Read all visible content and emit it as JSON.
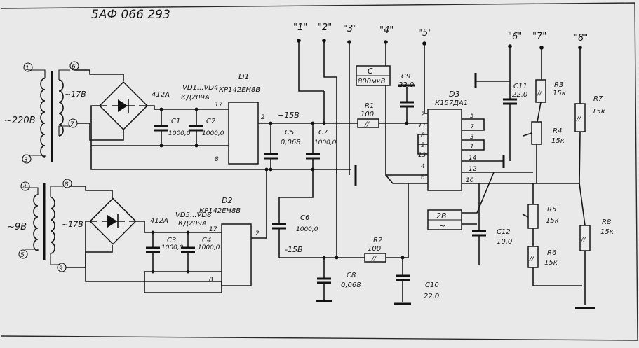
{
  "doc_code": "5АФ 066 293",
  "terminals": [
    "\"1\"",
    "\"2\"",
    "\"3\"",
    "\"4\"",
    "\"5\"",
    "\"6\"",
    "\"7\"",
    "\"8\""
  ],
  "transformer": {
    "pins": [
      "1",
      "6",
      "7",
      "3",
      "4",
      "8",
      "5",
      "9"
    ],
    "primary_top": "~220В",
    "primary_bottom": "~9В",
    "secondary_top": "~17В",
    "secondary_bottom": "~17В"
  },
  "rect_top": {
    "line1": "412A",
    "line2": "VD1...VD4",
    "line3": "КД209A"
  },
  "rect_bottom": {
    "line1": "412A",
    "line2": "VD5...VD8",
    "line3": "КД209A"
  },
  "d1": {
    "ref": "D1",
    "type": "КР142ЕН8В",
    "pin_in": "17",
    "pin_out": "2",
    "pin_gnd": "8"
  },
  "d2": {
    "ref": "D2",
    "type": "КР142ЕН8В",
    "pin_in": "17",
    "pin_out": "2",
    "pin_gnd": "8"
  },
  "d3": {
    "ref": "D3",
    "type": "К157ДА1",
    "left_pins": [
      "2",
      "11",
      "8",
      "9",
      "13",
      "4",
      "6"
    ],
    "right_pins": [
      "5",
      "7",
      "3",
      "1",
      "14",
      "12",
      "10"
    ]
  },
  "capacitors": {
    "c1": {
      "ref": "C1",
      "value": "1000,0"
    },
    "c2": {
      "ref": "C2",
      "value": "1000,0"
    },
    "c3": {
      "ref": "C3",
      "value": "1000,0"
    },
    "c4": {
      "ref": "C4",
      "value": "1000,0"
    },
    "c5": {
      "ref": "C5",
      "value": "0,068"
    },
    "c6": {
      "ref": "C6",
      "value": "1000,0"
    },
    "c7": {
      "ref": "C7",
      "value": "1000,0"
    },
    "c8": {
      "ref": "C8",
      "value": "0,068"
    },
    "c9": {
      "ref": "C9",
      "value": "22,0"
    },
    "c10": {
      "ref": "C10",
      "value": "22,0"
    },
    "c11": {
      "ref": "C11",
      "value": "22,0"
    },
    "c12": {
      "ref": "C12",
      "value": "10,0"
    }
  },
  "resistors": {
    "r1": {
      "ref": "R1",
      "value": "100"
    },
    "r2": {
      "ref": "R2",
      "value": "100"
    },
    "r3": {
      "ref": "R3",
      "value": "15к"
    },
    "r4": {
      "ref": "R4",
      "value": "15к"
    },
    "r5": {
      "ref": "R5",
      "value": "15к"
    },
    "r6": {
      "ref": "R6",
      "value": "15к"
    },
    "r7": {
      "ref": "R7",
      "value": "15к"
    },
    "r8": {
      "ref": "R8",
      "value": "15к"
    }
  },
  "rail_plus": "+15В",
  "rail_minus": "-15В",
  "meter_c": {
    "label": "C",
    "value": "800мкВ"
  },
  "meter_2v": {
    "label": "2В",
    "sign": "~"
  },
  "colors": {
    "ink": "#161616",
    "paper": "#e9e9e9",
    "frame": "#2a2a2a"
  }
}
